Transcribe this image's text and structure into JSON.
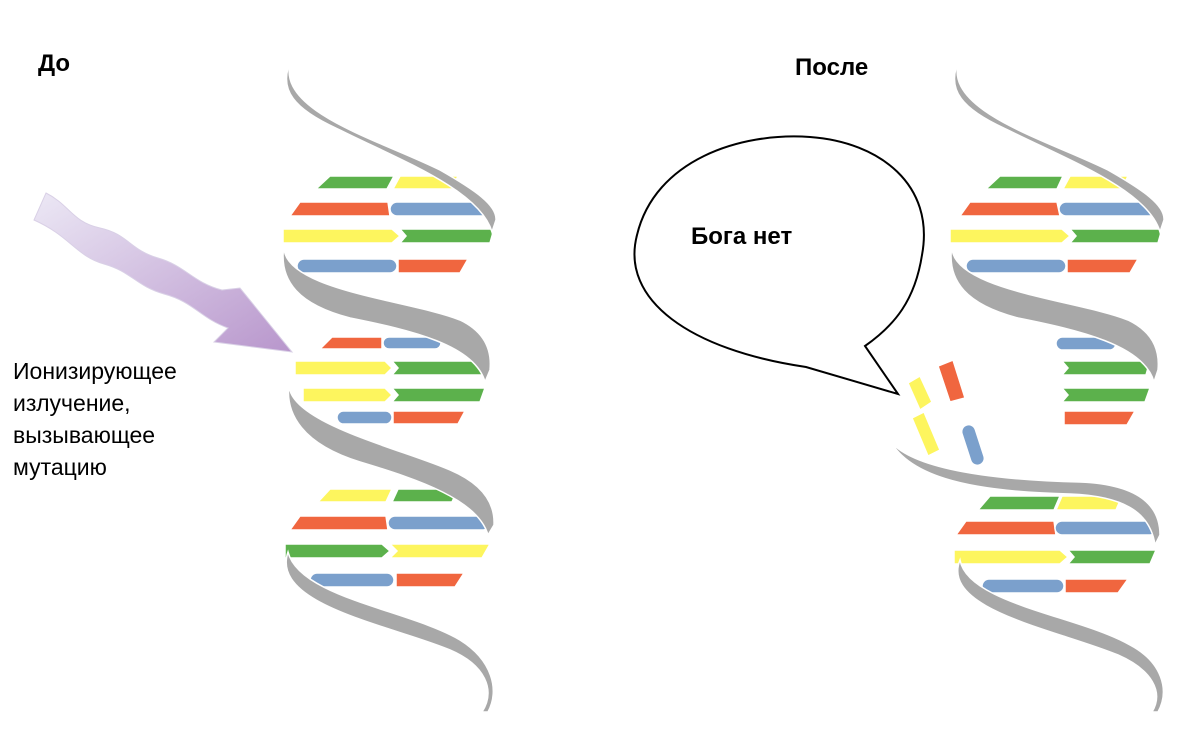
{
  "before": {
    "label": "До"
  },
  "after": {
    "label": "После"
  },
  "speech_bubble": {
    "text": "Бога нет"
  },
  "radiation": {
    "caption": "Ионизирующее\nизлучение,\nвызывающее\nмутацию"
  },
  "colors": {
    "backbone": "#a8a8a8",
    "backbone_stroke": "#ffffff",
    "green": "#5cb14c",
    "yellow": "#fdf55e",
    "red": "#f0663f",
    "blue": "#7ba0cc",
    "arrow_start": "#eae6f4",
    "arrow_end": "#b99acc"
  },
  "icons": {
    "arrow": "wavy-radiation-arrow-icon",
    "bubble": "speech-bubble-icon"
  }
}
